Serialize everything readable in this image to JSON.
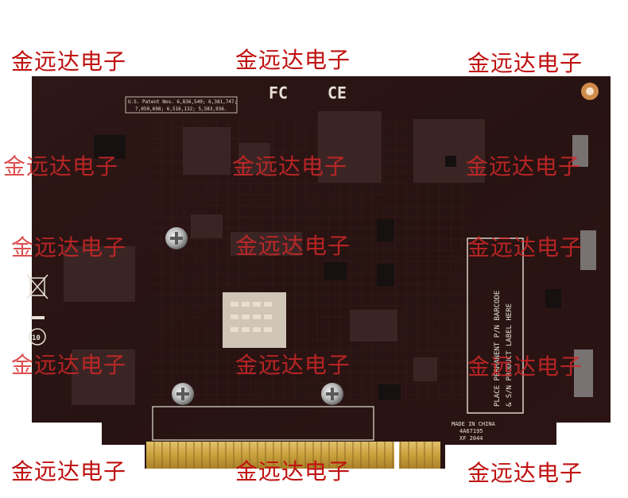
{
  "watermark": {
    "text": "金远达电子",
    "color": "#c01010"
  },
  "board": {
    "fcc_mark": "FC",
    "ce_mark": "CE",
    "patent_line1": "U.S. Patent Nos. 6,836,549; 6,381,747;",
    "patent_line2": "7,050,698; 6,516,132; 5,583,936.",
    "label_area_line1": "PLACE PERMANENT P/N BARCODE",
    "label_area_line2": "& S/N PRODUCT LABEL HERE",
    "made_in": "MADE IN CHINA",
    "code1": "4A67195",
    "code2": "XF 2044",
    "rohs_mark": "10",
    "colors": {
      "pcb": "#2a1414",
      "gold": "#c9a03c",
      "silkscreen": "#e6e0d6"
    }
  }
}
